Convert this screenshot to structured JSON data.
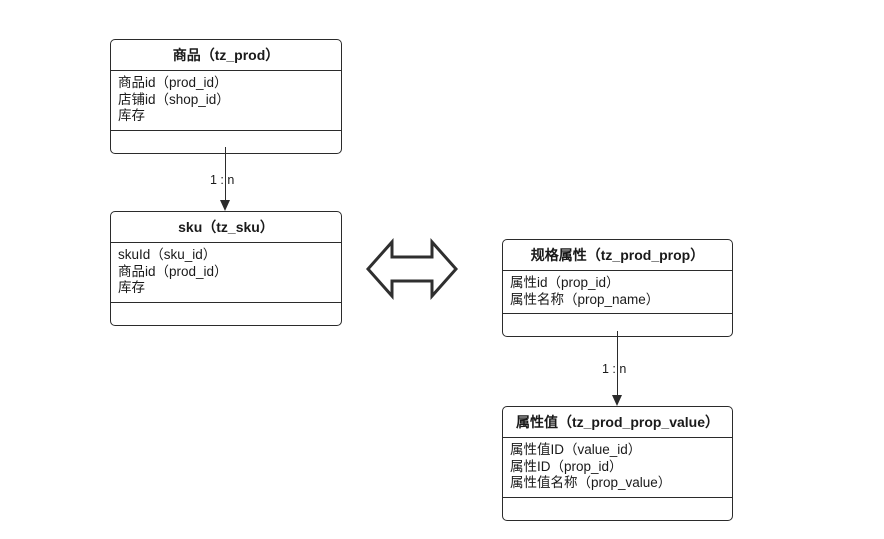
{
  "diagram": {
    "type": "uml-er-diagram",
    "background_color": "#ffffff",
    "line_color": "#2b2b2b",
    "text_color": "#1a1a1a"
  },
  "entities": [
    {
      "id": "tz_prod",
      "title": "商品（tz_prod）",
      "attributes": [
        "商品id（prod_id）",
        "店铺id（shop_id）",
        "库存"
      ],
      "footer": ""
    },
    {
      "id": "tz_sku",
      "title": "sku（tz_sku）",
      "attributes": [
        "skuId（sku_id）",
        "商品id（prod_id）",
        "库存"
      ],
      "footer": ""
    },
    {
      "id": "tz_prod_prop",
      "title": "规格属性（tz_prod_prop）",
      "attributes": [
        "属性id（prop_id）",
        "属性名称（prop_name）"
      ],
      "footer": ""
    },
    {
      "id": "tz_prod_prop_value",
      "title": "属性值（tz_prod_prop_value）",
      "attributes": [
        "属性值ID（value_id）",
        "属性ID（prop_id）",
        "属性值名称（prop_value）"
      ],
      "footer": ""
    }
  ],
  "connectors": [
    {
      "id": "prod-to-sku",
      "from": "tz_prod",
      "to": "tz_sku",
      "label": "1 : n",
      "arrow": "solid-down"
    },
    {
      "id": "prop-to-prop-value",
      "from": "tz_prod_prop",
      "to": "tz_prod_prop_value",
      "label": "1 : n",
      "arrow": "solid-down"
    }
  ],
  "symbols": [
    {
      "id": "relation-double-arrow",
      "icon": "double-arrow-horizontal-icon",
      "label": ""
    }
  ]
}
